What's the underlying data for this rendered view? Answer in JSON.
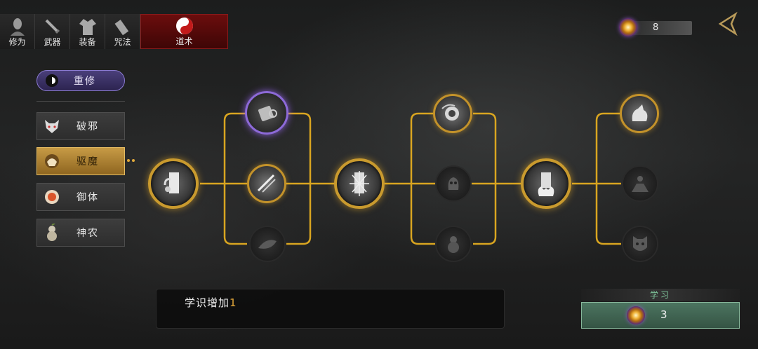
{
  "tabs": [
    {
      "label": "修为",
      "icon": "head-icon"
    },
    {
      "label": "武器",
      "icon": "sword-icon"
    },
    {
      "label": "装备",
      "icon": "robe-icon"
    },
    {
      "label": "咒法",
      "icon": "scroll-icon"
    },
    {
      "label": "道术",
      "icon": "taiji-icon",
      "active": true
    }
  ],
  "currency": {
    "value": "8",
    "icon": "spirit-orb-icon"
  },
  "reset": {
    "label": "重修"
  },
  "schools": [
    {
      "label": "破邪",
      "icon": "fox-mask-icon"
    },
    {
      "label": "驱魔",
      "icon": "ghost-icon",
      "active": true
    },
    {
      "label": "御体",
      "icon": "flame-orb-icon"
    },
    {
      "label": "神农",
      "icon": "gourd-icon"
    }
  ],
  "info": {
    "prefix": "学识增加",
    "value": "1"
  },
  "learn": {
    "title": "学习",
    "cost": "3"
  },
  "colors": {
    "gold": "#c99a2e",
    "purple": "#8d6ad8",
    "tab_active": "#6b0d0d",
    "learn_green": "#4c7460"
  }
}
